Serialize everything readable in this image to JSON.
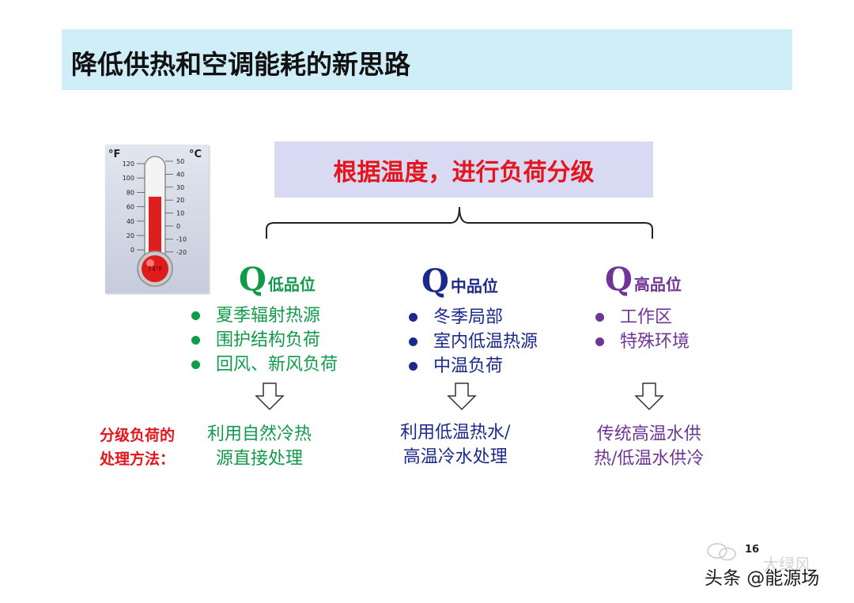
{
  "title": "降低供热和空调能耗的新思路",
  "thermometer": {
    "left_unit": "°F",
    "right_unit": "°C",
    "f_ticks": [
      "120",
      "100",
      "80",
      "60",
      "40",
      "20",
      "0"
    ],
    "c_ticks": [
      "50",
      "40",
      "30",
      "20",
      "10",
      "0",
      "-10",
      "-20"
    ],
    "bulb_label": "74°F",
    "fill_level_f": 74
  },
  "subtitle": "根据温度，进行负荷分级",
  "columns": [
    {
      "q": "Q",
      "level": "低品位",
      "color": "#129a4b",
      "items": [
        "夏季辐射热源",
        "围护结构负荷",
        "回风、新风负荷"
      ],
      "method": [
        "利用自然冷热",
        "源直接处理"
      ]
    },
    {
      "q": "Q",
      "level": "中品位",
      "color": "#1b2a8a",
      "items": [
        "冬季局部",
        "室内低温热源",
        "中温负荷"
      ],
      "method": [
        "利用低温热水/",
        "高温冷水处理"
      ]
    },
    {
      "q": "Q",
      "level": "高品位",
      "color": "#6f3596",
      "items": [
        "工作区",
        "特殊环境"
      ],
      "method": [
        "传统高温水供",
        "热/低温水供冷"
      ]
    }
  ],
  "method_label": [
    "分级负荷的",
    "处理方法："
  ],
  "page_number": "16",
  "watermark": {
    "faded": "大绿风",
    "text": "头条 @能源场"
  }
}
